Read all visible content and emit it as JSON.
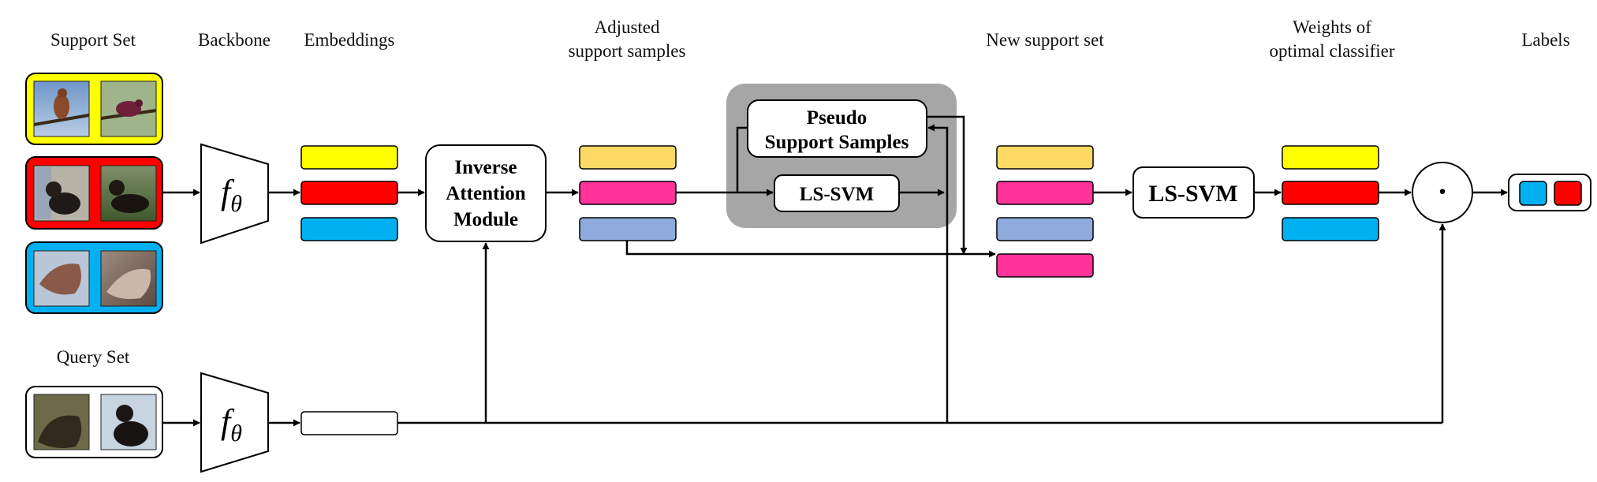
{
  "labels": {
    "support_set": "Support Set",
    "backbone": "Backbone",
    "embeddings": "Embeddings",
    "adjusted_line1": "Adjusted",
    "adjusted_line2": "support samples",
    "new_support_set": "New support set",
    "weights_line1": "Weights of",
    "weights_line2": "optimal classifier",
    "labels": "Labels",
    "query_set": "Query Set"
  },
  "modules": {
    "backbone_symbol": "f",
    "backbone_subscript": "θ",
    "inverse_attention": [
      "Inverse",
      "Attention",
      "Module"
    ],
    "pseudo_support": [
      "Pseudo",
      "Support Samples"
    ],
    "ls_svm_inner": "LS-SVM",
    "ls_svm_main": "LS-SVM",
    "dot_operator": "·"
  },
  "colors": {
    "yellow": "#ffff00",
    "red": "#ff0000",
    "blue": "#00b0f0",
    "light_orange": "#ffd966",
    "pink": "#ff3399",
    "periwinkle": "#8faadc",
    "gray_panel": "#a6a6a6"
  },
  "support_groups": [
    {
      "color": "yellow",
      "images": [
        "bird-photo",
        "bird-photo"
      ]
    },
    {
      "color": "red",
      "images": [
        "dog-photo",
        "dog-photo"
      ]
    },
    {
      "color": "blue",
      "images": [
        "dinosaur-photo",
        "dinosaur-photo"
      ]
    }
  ],
  "query_images": [
    "dinosaur-photo",
    "dog-photo"
  ],
  "embeddings": [
    "yellow",
    "red",
    "blue"
  ],
  "adjusted_samples": [
    "light_orange",
    "pink",
    "periwinkle"
  ],
  "new_support_set": [
    "light_orange",
    "pink",
    "periwinkle",
    "pink"
  ],
  "classifier_weights": [
    "yellow",
    "red",
    "blue"
  ],
  "output_labels": [
    "blue",
    "red"
  ]
}
